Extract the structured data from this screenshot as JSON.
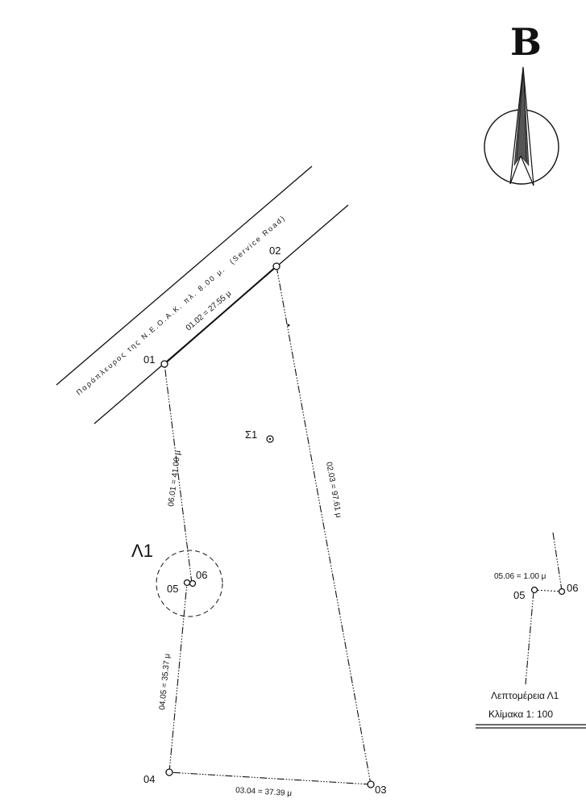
{
  "north": {
    "letter": "B"
  },
  "road": {
    "label": "Παράπλευρος της Ν.Ε.Ο.Α.Κ.  πλ. 8.00 μ.",
    "label_en": "(Service Road)"
  },
  "points": {
    "p01": "01",
    "p02": "02",
    "p03": "03",
    "p04": "04",
    "p05": "05",
    "p06": "06"
  },
  "centroid": {
    "label": "Σ1"
  },
  "dimensions": {
    "d0102": "01.02 = 27.55  μ",
    "d0203": "02.03 = 97.61  μ",
    "d0304": "03.04 = 37.39  μ",
    "d0405": "04.05 = 35.37  μ",
    "d0601": "06.01 = 41.00  μ"
  },
  "detail": {
    "callout": "Λ1",
    "dimension": "05.06 = 1.00  μ",
    "p05": "05",
    "p06": "06",
    "title": "Λεπτομέρεια  Λ1",
    "scale": "Κλίμακα   1: 100"
  }
}
